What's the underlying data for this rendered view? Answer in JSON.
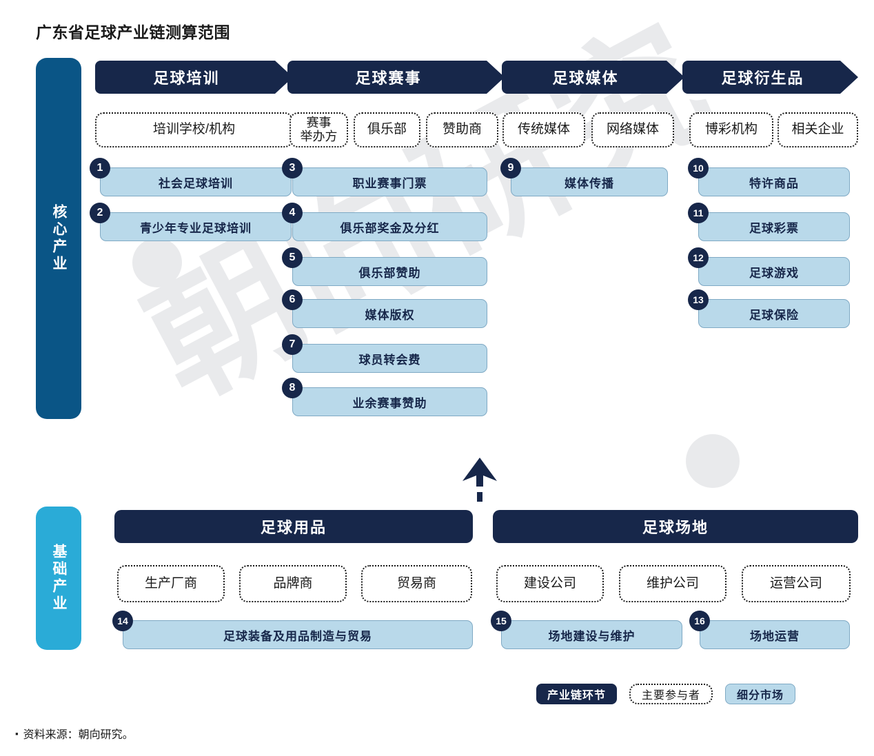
{
  "page_title": "广东省足球产业链测算范围",
  "source": {
    "bullet": "▪",
    "text": "资料来源：朝向研究。"
  },
  "watermark": {
    "text": "朝向研究"
  },
  "colors": {
    "header_navy": "#17274a",
    "core_rail": "#0a5586",
    "basic_rail": "#2aabd7",
    "market_fill": "#b9d9ea",
    "market_border": "#7fa9c4",
    "badge": "#17274a",
    "watermark": "#e9eaec"
  },
  "rails": {
    "core": "核心产业",
    "basic": "基础产业"
  },
  "core_columns": [
    {
      "header": "足球培训",
      "participants": [
        "培训学校/机构"
      ],
      "markets": [
        {
          "num": "1",
          "label": "社会足球培训"
        },
        {
          "num": "2",
          "label": "青少年专业足球培训"
        }
      ]
    },
    {
      "header": "足球赛事",
      "participants": [
        "赛事\n举办方",
        "俱乐部",
        "赞助商"
      ],
      "markets": [
        {
          "num": "3",
          "label": "职业赛事门票"
        },
        {
          "num": "4",
          "label": "俱乐部奖金及分红"
        },
        {
          "num": "5",
          "label": "俱乐部赞助"
        },
        {
          "num": "6",
          "label": "媒体版权"
        },
        {
          "num": "7",
          "label": "球员转会费"
        },
        {
          "num": "8",
          "label": "业余赛事赞助"
        }
      ]
    },
    {
      "header": "足球媒体",
      "participants": [
        "传统媒体",
        "网络媒体"
      ],
      "markets": [
        {
          "num": "9",
          "label": "媒体传播"
        }
      ]
    },
    {
      "header": "足球衍生品",
      "participants": [
        "博彩机构",
        "相关企业"
      ],
      "markets": [
        {
          "num": "10",
          "label": "特许商品"
        },
        {
          "num": "11",
          "label": "足球彩票"
        },
        {
          "num": "12",
          "label": "足球游戏"
        },
        {
          "num": "13",
          "label": "足球保险"
        }
      ]
    }
  ],
  "basic_columns": [
    {
      "header": "足球用品",
      "participants": [
        "生产厂商",
        "品牌商",
        "贸易商"
      ],
      "markets": [
        {
          "num": "14",
          "label": "足球装备及用品制造与贸易"
        }
      ]
    },
    {
      "header": "足球场地",
      "participants": [
        "建设公司",
        "维护公司",
        "运营公司"
      ],
      "markets": [
        {
          "num": "15",
          "label": "场地建设与维护"
        },
        {
          "num": "16",
          "label": "场地运营"
        }
      ]
    }
  ],
  "legend": [
    {
      "label": "产业链环节",
      "style": "dark"
    },
    {
      "label": "主要参与者",
      "style": "dotted"
    },
    {
      "label": "细分市场",
      "style": "light"
    }
  ]
}
